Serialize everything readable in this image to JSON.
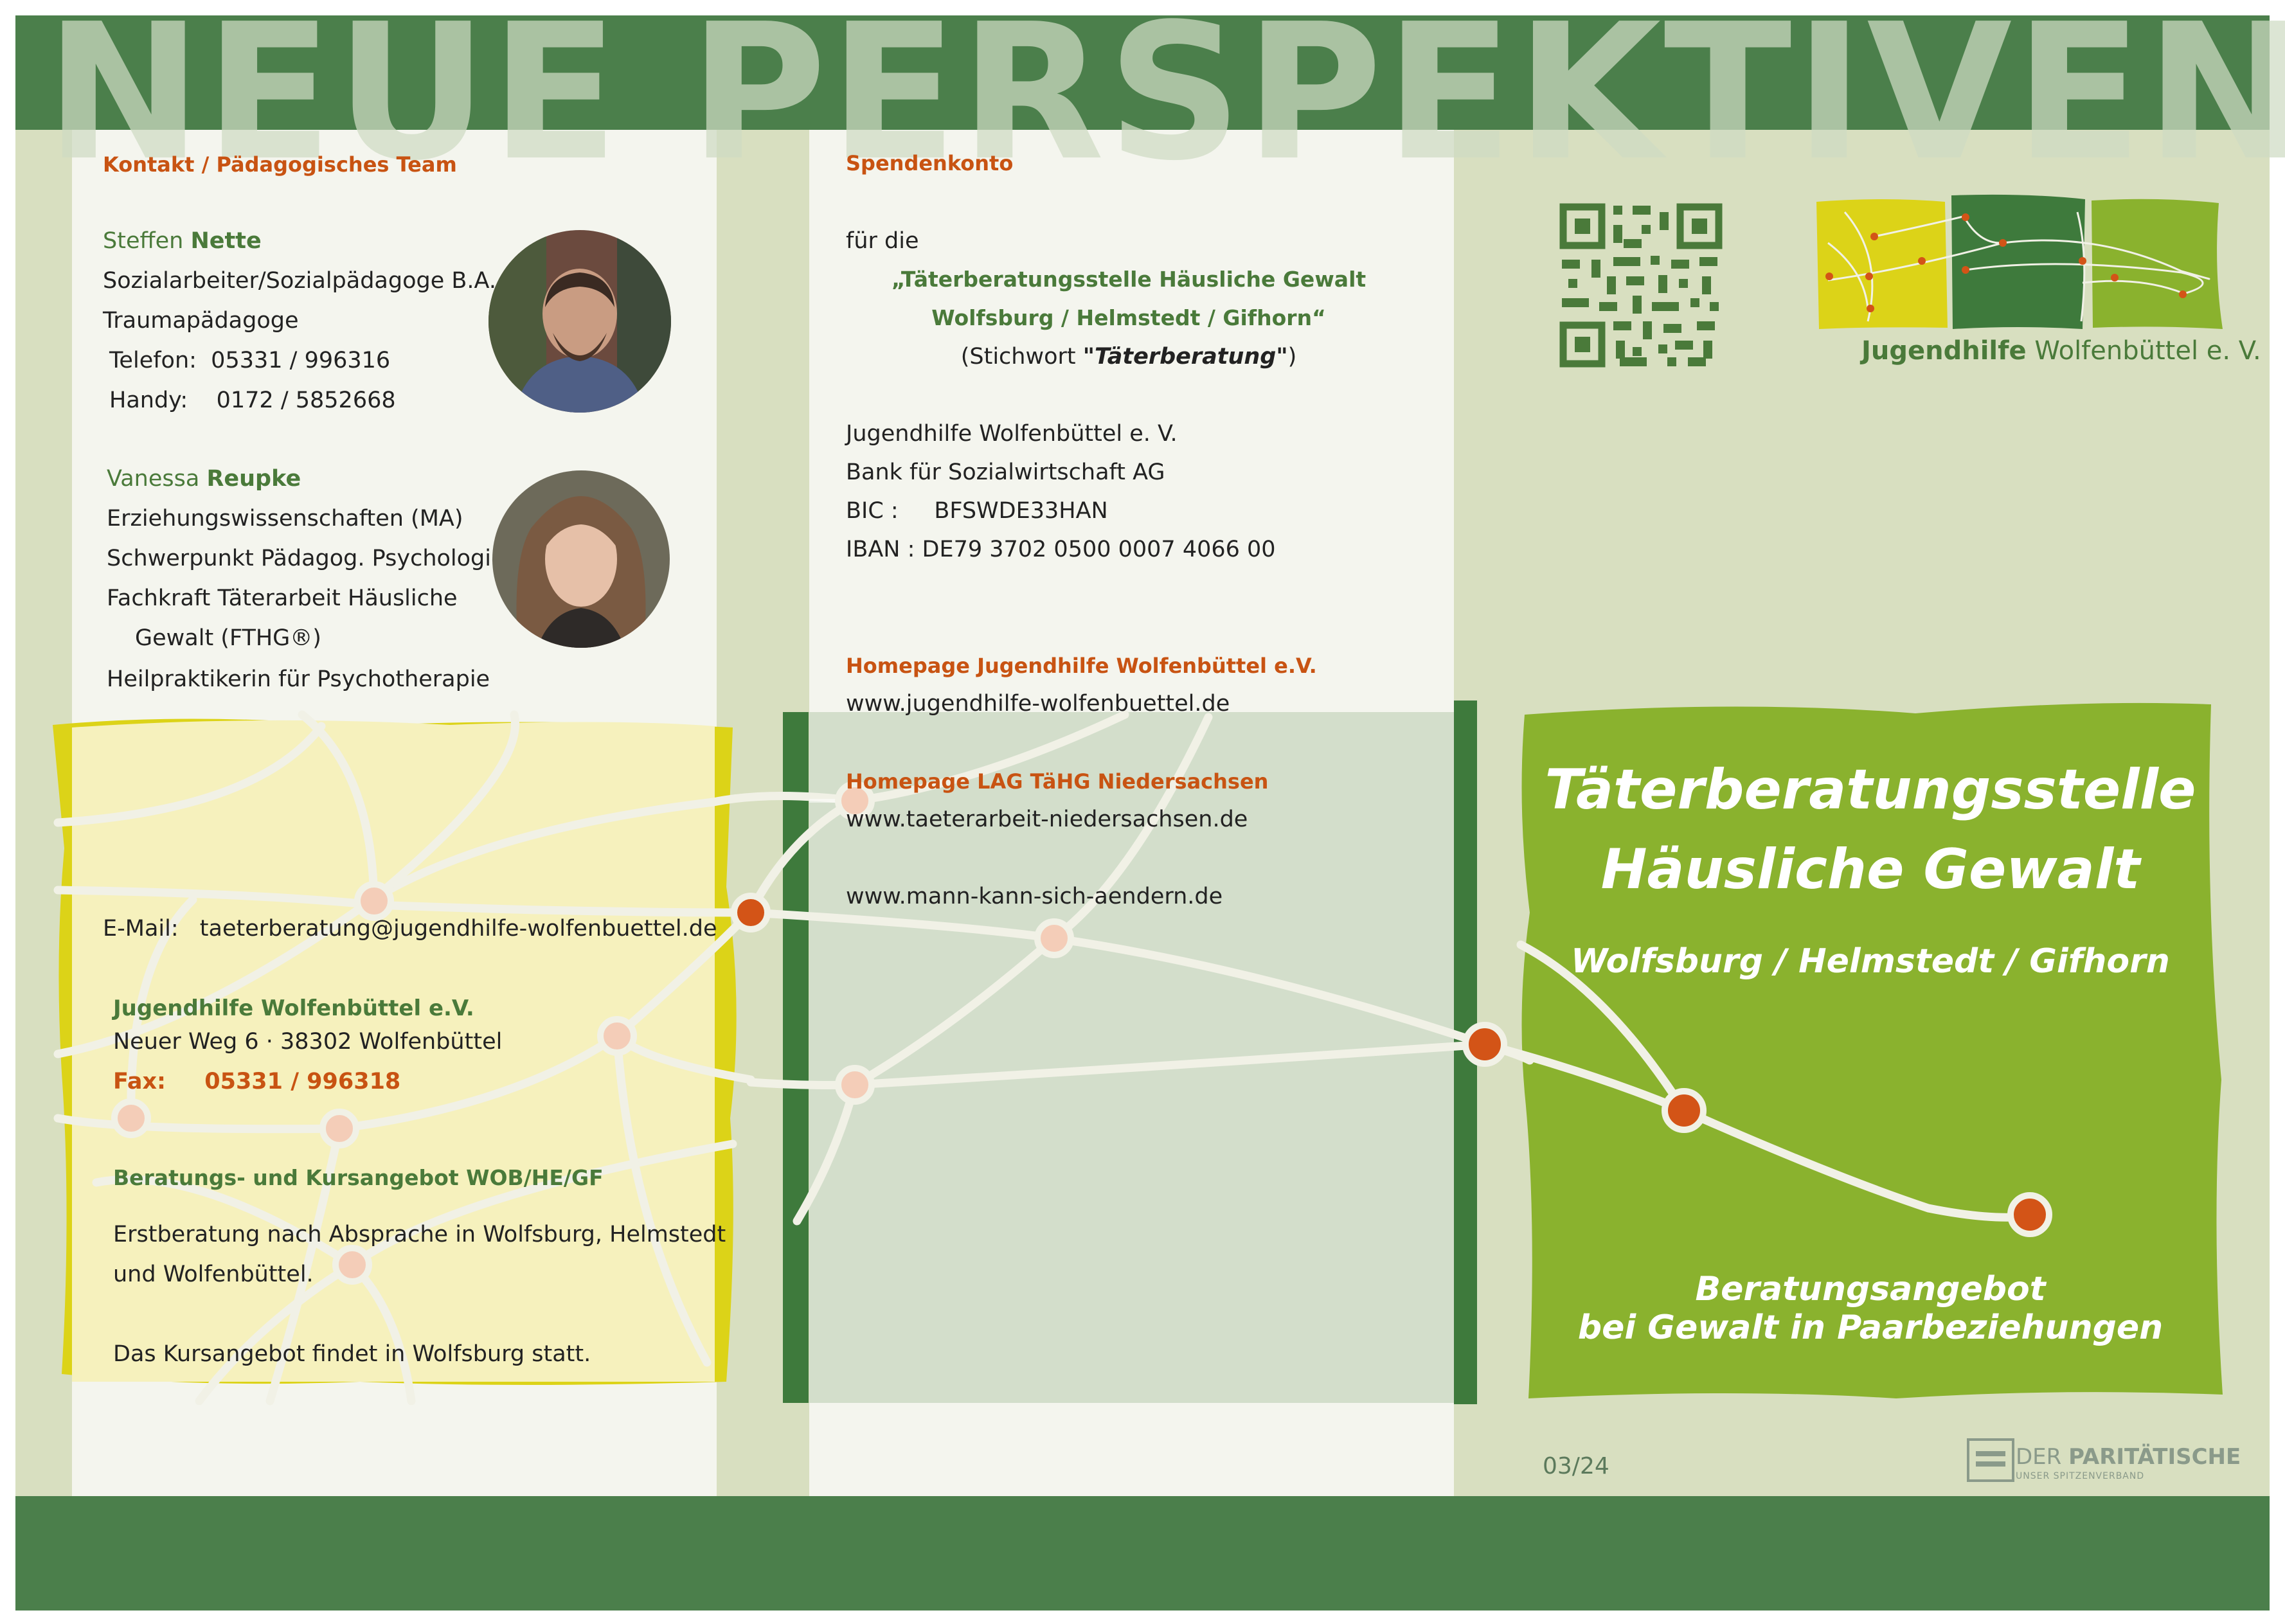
{
  "headline": "NEUE PERSPEKTIVEN",
  "contact": {
    "heading": "Kontakt / Pädagogisches Team",
    "person1": {
      "first": "Steffen",
      "last": "Nette",
      "lines": [
        "Sozialarbeiter/Sozialpädagoge B.A.",
        "Traumapädagoge",
        "Telefon:  05331 / 996316",
        "Handy:    0172 / 5852668"
      ]
    },
    "person2": {
      "first": "Vanessa",
      "last": "Reupke",
      "lines": [
        "Erziehungswissenschaften (MA)",
        "Schwerpunkt Pädagog. Psychologie",
        "Fachkraft Täterarbeit Häusliche",
        "Gewalt (FTHG®)",
        "Heilpraktikerin für Psychotherapie"
      ]
    },
    "email_label": "E-Mail:",
    "email": "taeterberatung@jugendhilfe-wolfenbuettel.de",
    "org_name": "Jugendhilfe Wolfenbüttel e.V.",
    "address": "Neuer Weg 6 · 38302 Wolfenbüttel",
    "fax_label": "Fax:",
    "fax": "05331 / 996318",
    "offer_heading": "Beratungs- und Kursangebot WOB/HE/GF",
    "offer_line1": "Erstberatung nach Absprache in Wolfsburg, Helmstedt",
    "offer_line2": "und Wolfenbüttel.",
    "offer_line3": "Das Kursangebot findet in Wolfsburg statt."
  },
  "donation": {
    "heading": "Spendenkonto",
    "for": "für die",
    "name_line1": "„Täterberatungsstelle Häusliche Gewalt",
    "name_line2": "Wolfsburg / Helmstedt / Gifhorn“",
    "keyword_prefix": "(Stichwort ",
    "keyword": "\"Täterberatung\"",
    "keyword_suffix": ")",
    "bank_lines": [
      "Jugendhilfe Wolfenbüttel e. V.",
      "Bank für Sozialwirtschaft AG",
      "BIC :     BFSWDE33HAN",
      "IBAN : DE79 3702 0500 0007 4066 00"
    ]
  },
  "links": {
    "homepage_heading": "Homepage Jugendhilfe Wolfenbüttel e.V.",
    "homepage_url": "www.jugendhilfe-wolfenbuettel.de",
    "lag_heading": "Homepage LAG TäHG Niedersachsen",
    "lag_url": "www.taeterarbeit-niedersachsen.de",
    "extra_url": "www.mann-kann-sich-aendern.de"
  },
  "cover": {
    "logo_bold": "Jugendhilfe",
    "logo_rest": " Wolfenbüttel e. V.",
    "title_line1": "Täterberatungsstelle",
    "title_line2": "Häusliche Gewalt",
    "subtitle": "Wolfsburg / Helmstedt / Gifhorn",
    "tagline1": "Beratungsangebot",
    "tagline2": "bei Gewalt in Paarbeziehungen",
    "edition": "03/24",
    "partner_a": "DER ",
    "partner_b": "PARITÄTISCHE",
    "partner_tagline": "UNSER SPITZENVERBAND"
  },
  "colors": {
    "band_green": "#4b7f4b",
    "background": "#d8dfc0",
    "panel": "#f4f5ee",
    "accent_orange": "#c85312",
    "text_green": "#4a7a3a",
    "cover_green": "#8ab22e",
    "yellow": "#dcd318",
    "yellow_light": "#f6f1bd",
    "node_orange": "#d35417",
    "node_pink": "#f4cdb8"
  }
}
